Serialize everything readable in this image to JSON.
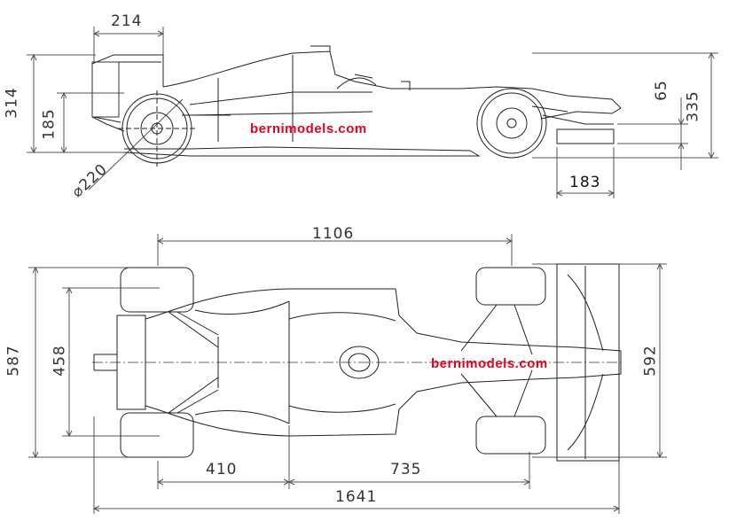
{
  "side_view": {
    "dims": {
      "rear_overhang": "214",
      "overall_height": "314",
      "rear_wheel_height": "185",
      "wheel_diameter": "⌀220",
      "front_wing_height": "65",
      "front_height": "335",
      "front_wing_length": "183"
    },
    "watermark": "bernimodels.com"
  },
  "top_view": {
    "dims": {
      "wheelbase": "1106",
      "rear_track": "587",
      "rear_inner": "458",
      "front_track": "592",
      "rear_section": "410",
      "mid_section": "735",
      "overall_length": "1641"
    },
    "watermark": "bernimodels.com"
  }
}
